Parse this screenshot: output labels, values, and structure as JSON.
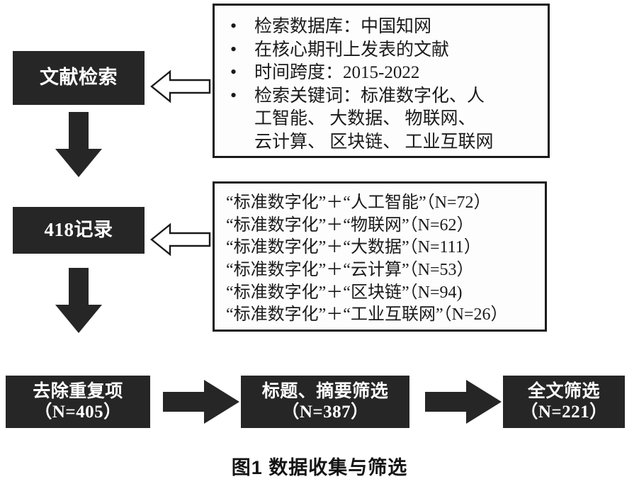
{
  "figure": {
    "caption": "图1  数据收集与筛选"
  },
  "nodes": {
    "search": {
      "label": "文献检索"
    },
    "records": {
      "label": "418记录"
    },
    "dedupe": {
      "line1": "去除重复项",
      "line2": "（N=405）"
    },
    "title_abstract_screen": {
      "line1": "标题、摘要筛选",
      "line2": "（N=387）"
    },
    "fulltext_screen": {
      "line1": "全文筛选",
      "line2": "（N=221）"
    }
  },
  "info_criteria": {
    "items": [
      "检索数据库：中国知网",
      "在核心期刊上发表的文献",
      "时间跨度：2015-2022",
      "检索关键词：标准数字化、人\n工智能、 大数据、 物联网、\n云计算、 区块链、 工业互联网"
    ]
  },
  "info_queries": {
    "items": [
      "“标准数字化”＋“人工智能”（N=72）",
      "“标准数字化”＋“物联网”（N=62）",
      "“标准数字化”＋“大数据”（N=111）",
      "“标准数字化”＋“云计算”（N=53）",
      "“标准数字化”＋“区块链”（N=94)",
      "“标准数字化”＋“工业互联网”（N=26）"
    ]
  },
  "icons": {
    "arrow_down": "arrow-down-icon",
    "arrow_right": "arrow-right-icon",
    "arrow_left_hollow": "arrow-left-hollow-icon"
  },
  "colors": {
    "node_fill": "#262626",
    "node_text": "#ffffff",
    "outline": "#1a1a1a",
    "background": "#ffffff"
  }
}
